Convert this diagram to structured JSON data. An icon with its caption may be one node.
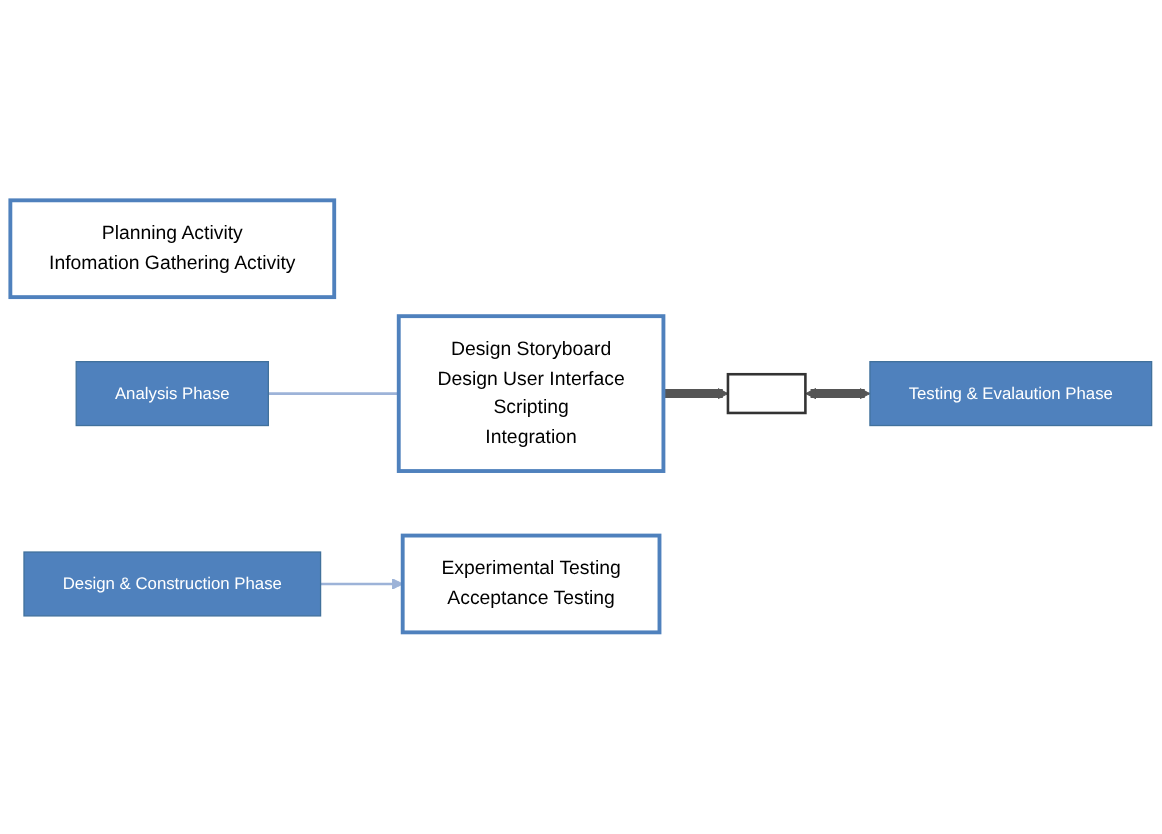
{
  "diagram": {
    "nodes": [
      {
        "text": [
          "Planning Activity",
          "Infomation Gathering Activity"
        ]
      },
      {
        "text": [
          "Analysis Phase"
        ]
      },
      {
        "text": [
          "Design & Construction Phase"
        ]
      },
      {
        "text": [
          "Design Storyboard",
          "Design User Interface",
          "Scripting",
          "Integration"
        ]
      },
      {
        "text": [
          "Experimental Testing",
          "Acceptance Testing"
        ]
      },
      {
        "text": [
          "Testing & Evalaution Phase"
        ]
      },
      {
        "text": [],
        "shape": "box"
      }
    ],
    "edges": [
      {
        "from": 1,
        "to": 3,
        "arrow": "none"
      },
      {
        "from": 2,
        "to": 4,
        "arrow": "to"
      },
      {
        "from": 3,
        "to": 6,
        "arrow": "to",
        "style": "thick",
        "color": "#555555"
      },
      {
        "from": 6,
        "to": 5,
        "arrow": "both",
        "style": "thick",
        "color": "#555555"
      }
    ]
  }
}
